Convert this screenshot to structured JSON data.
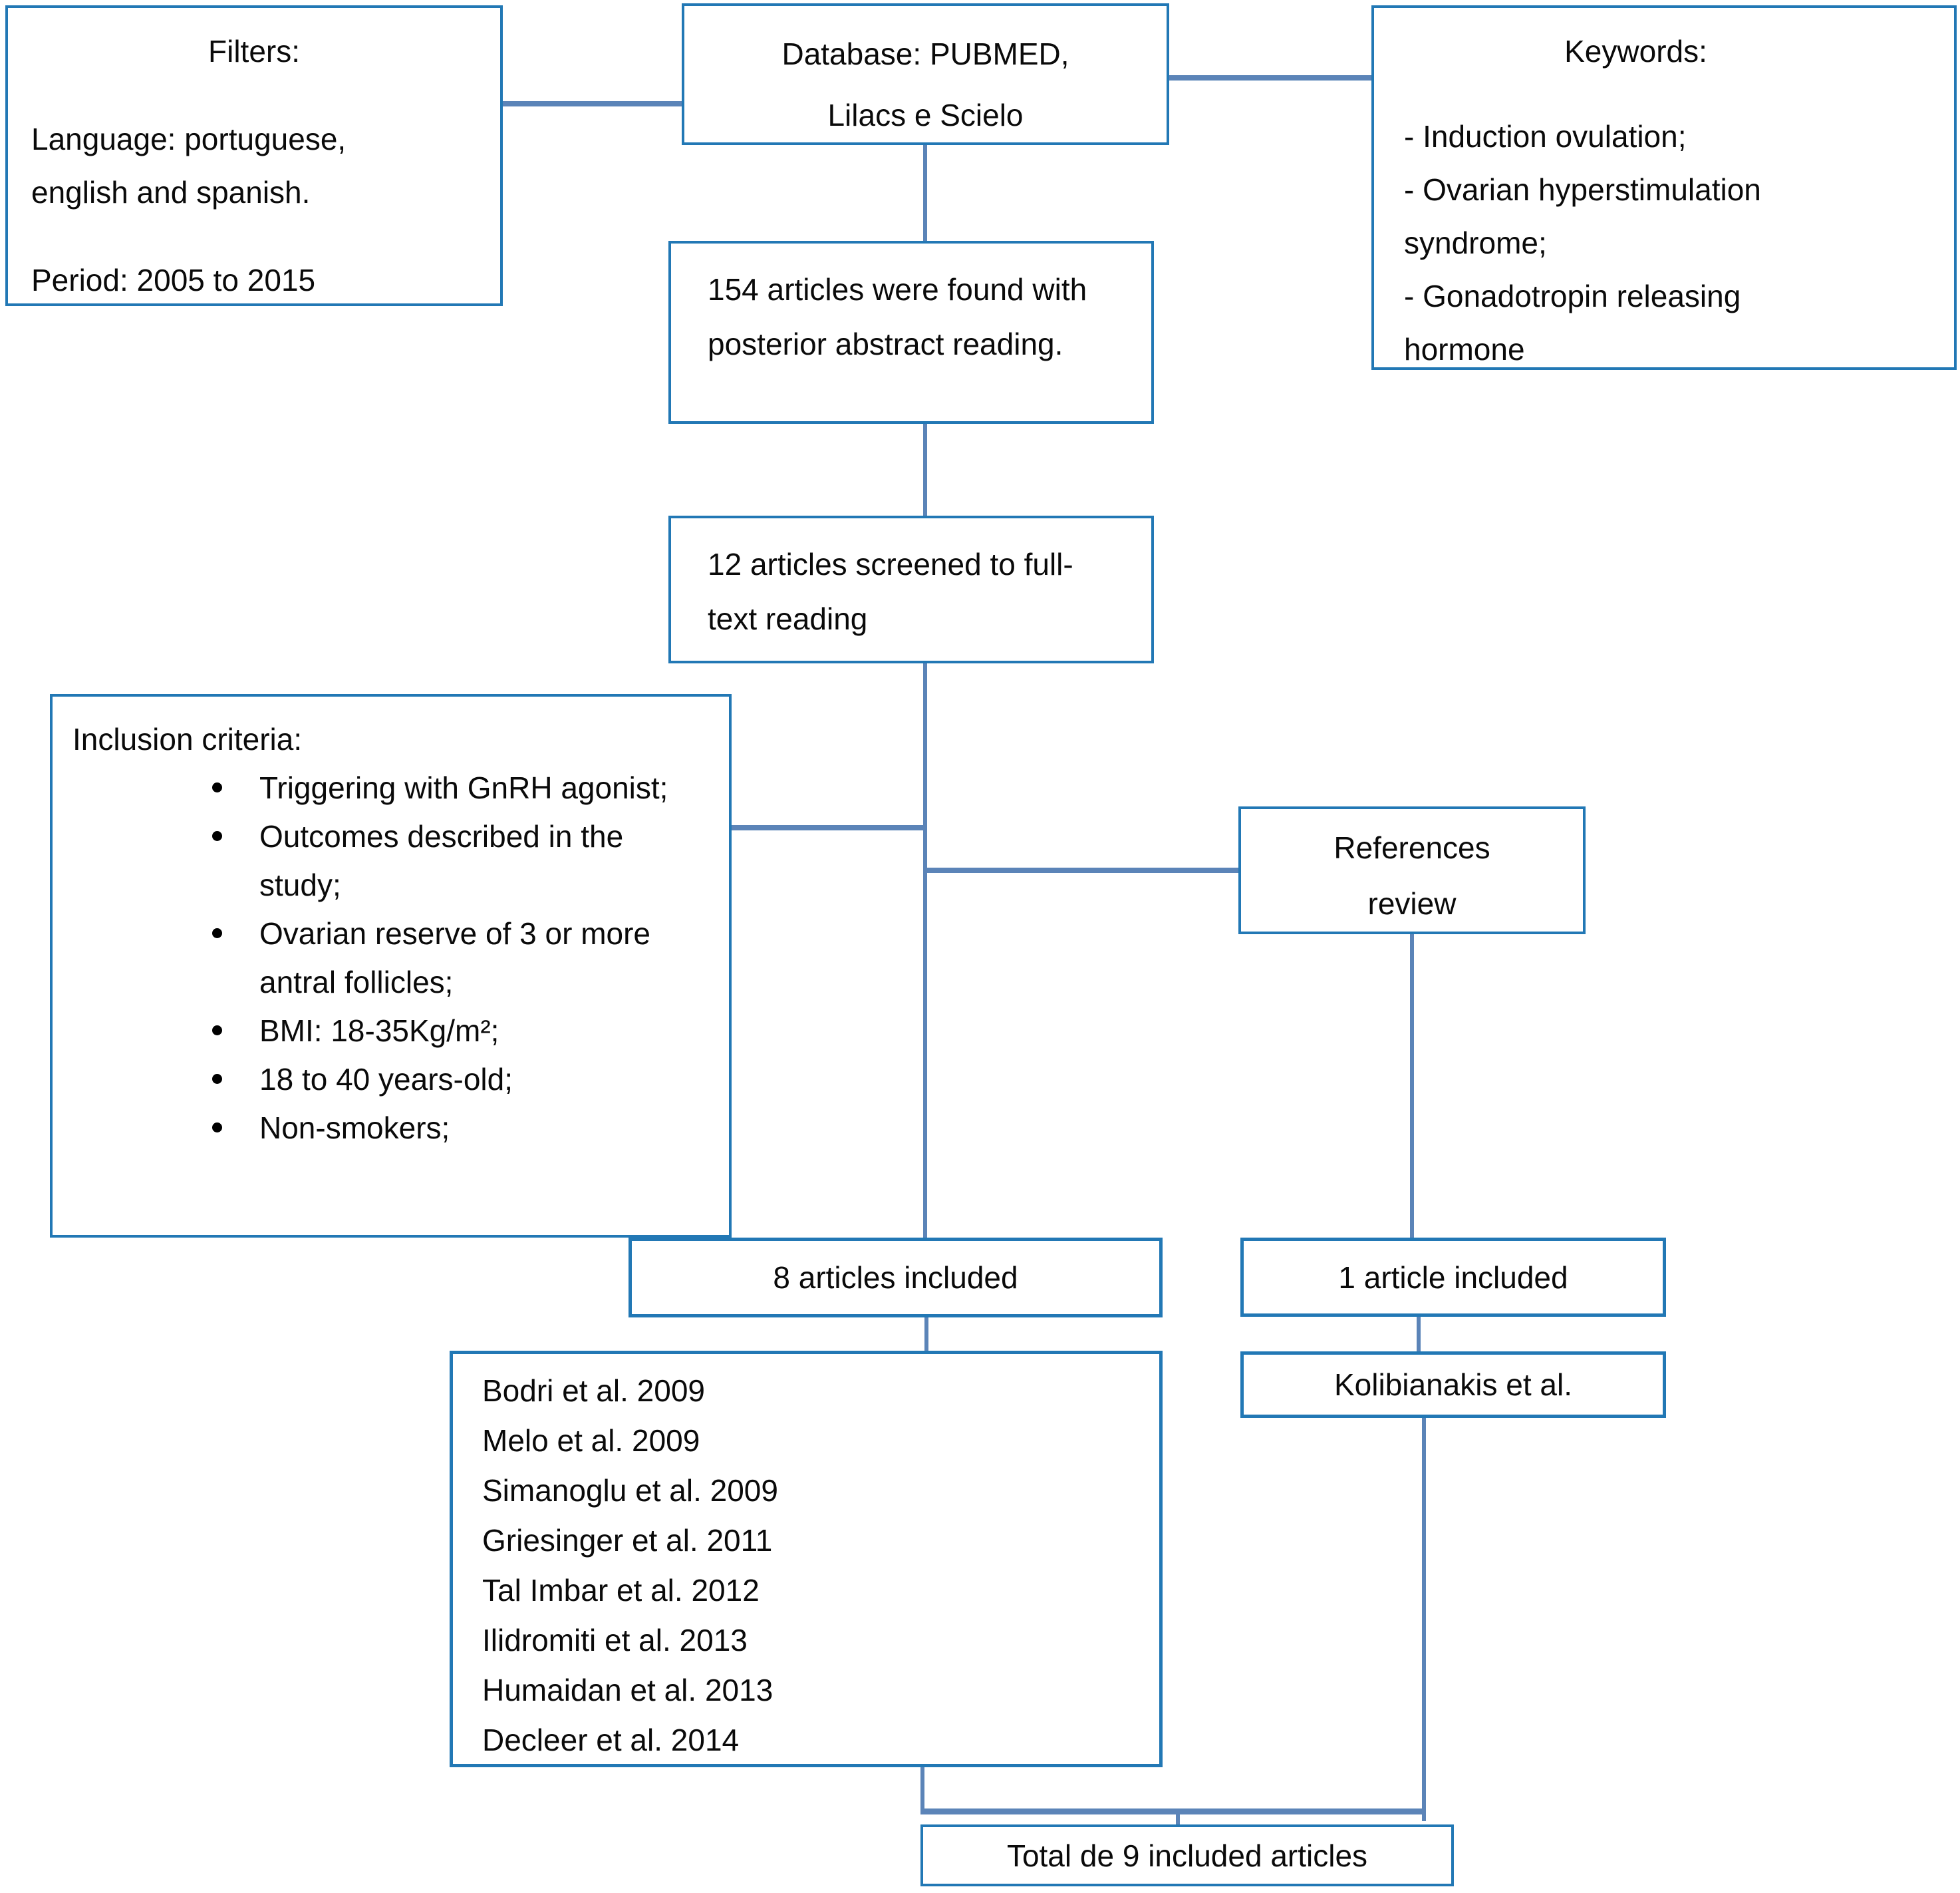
{
  "colors": {
    "box_border": "#2278b5",
    "connector": "#5b84b8",
    "text": "#0a0a0a",
    "background": "#ffffff"
  },
  "flowchart": {
    "filters": {
      "title": "Filters:",
      "lines": [
        "Language: portuguese,",
        "english and spanish.",
        "Period: 2005 to 2015"
      ]
    },
    "database": {
      "lines": [
        "Database: PUBMED,",
        "Lilacs e Scielo"
      ]
    },
    "keywords": {
      "title": "Keywords:",
      "items": [
        "- Induction ovulation;",
        "- Ovarian hyperstimulation syndrome;",
        "- Gonadotropin releasing hormone"
      ]
    },
    "found": {
      "text": "154 articles were found with posterior abstract reading."
    },
    "screened": {
      "text": "12 articles screened to full-text reading"
    },
    "inclusion": {
      "title": "Inclusion criteria:",
      "bullets": [
        "Triggering with GnRH agonist;",
        "Outcomes described in the study;",
        "Ovarian reserve of 3 or more antral follicles;",
        "BMI: 18-35Kg/m²;",
        "18 to 40 years-old;",
        "Non-smokers;"
      ]
    },
    "references": {
      "lines": [
        "References",
        "review"
      ]
    },
    "included_main": {
      "text": "8 articles included"
    },
    "included_reference": {
      "text": "1 article included"
    },
    "articles": [
      "Bodri et al. 2009",
      "Melo et al. 2009",
      "Simanoglu et al. 2009",
      "Griesinger et al. 2011",
      "Tal Imbar et al. 2012",
      "Ilidromiti et al. 2013",
      "Humaidan et al. 2013",
      "Decleer et al. 2014"
    ],
    "kolibianakis": {
      "text": "Kolibianakis et al."
    },
    "total": {
      "text": "Total de 9 included articles"
    }
  }
}
